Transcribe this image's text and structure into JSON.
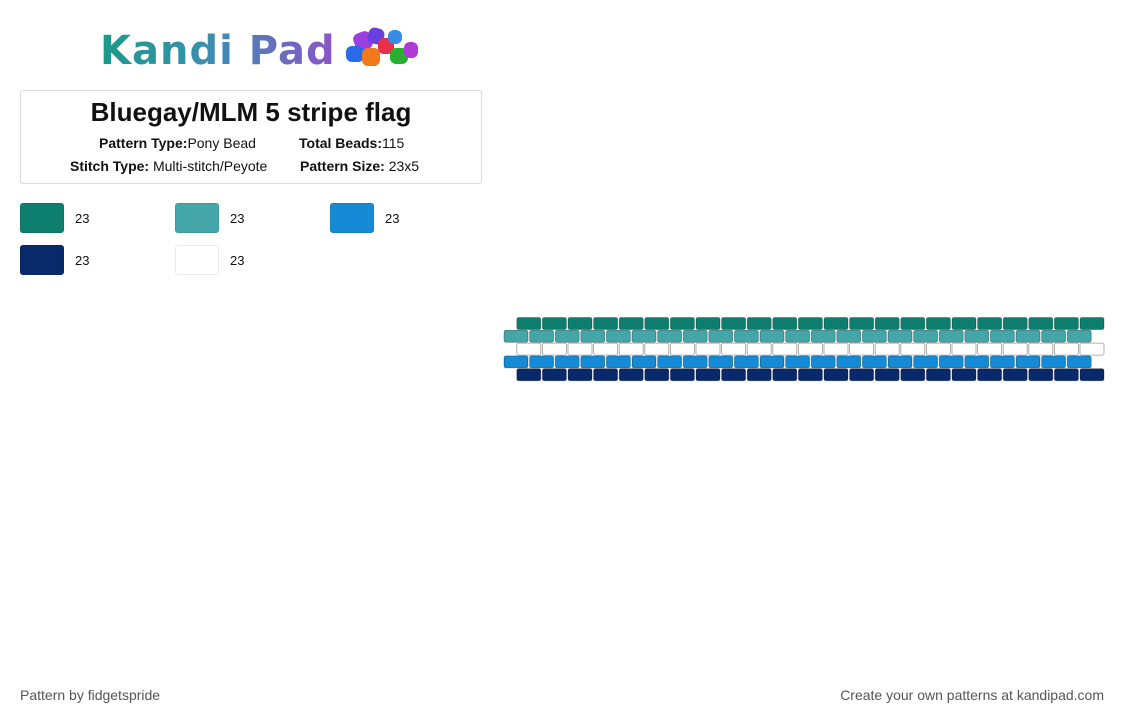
{
  "header": {
    "logo_text": "Kandi Pad"
  },
  "pattern": {
    "title": "Bluegay/MLM 5 stripe flag",
    "pattern_type_label": "Pattern Type:",
    "pattern_type": "Pony Bead",
    "total_beads_label": "Total Beads:",
    "total_beads": "115",
    "stitch_type_label": "Stitch Type:",
    "stitch_type": "Multi-stitch/Peyote",
    "pattern_size_label": "Pattern Size:",
    "pattern_size": "23x5"
  },
  "palette": [
    {
      "color": "#0e7f6e",
      "count": "23"
    },
    {
      "color": "#44a6a8",
      "count": "23"
    },
    {
      "color": "#168ad4",
      "count": "23"
    },
    {
      "color": "#092a6a",
      "count": "23"
    },
    {
      "color": "#ffffff",
      "count": "23"
    }
  ],
  "grid": {
    "columns": 23,
    "rows": [
      {
        "color": "#0e7f6e",
        "offset": 1
      },
      {
        "color": "#44a6a8",
        "offset": 0
      },
      {
        "color": "#ffffff",
        "offset": 1
      },
      {
        "color": "#168ad4",
        "offset": 0
      },
      {
        "color": "#092a6a",
        "offset": 1
      }
    ]
  },
  "footer": {
    "credit": "Pattern by fidgetspride",
    "promo": "Create your own patterns at kandipad.com"
  }
}
